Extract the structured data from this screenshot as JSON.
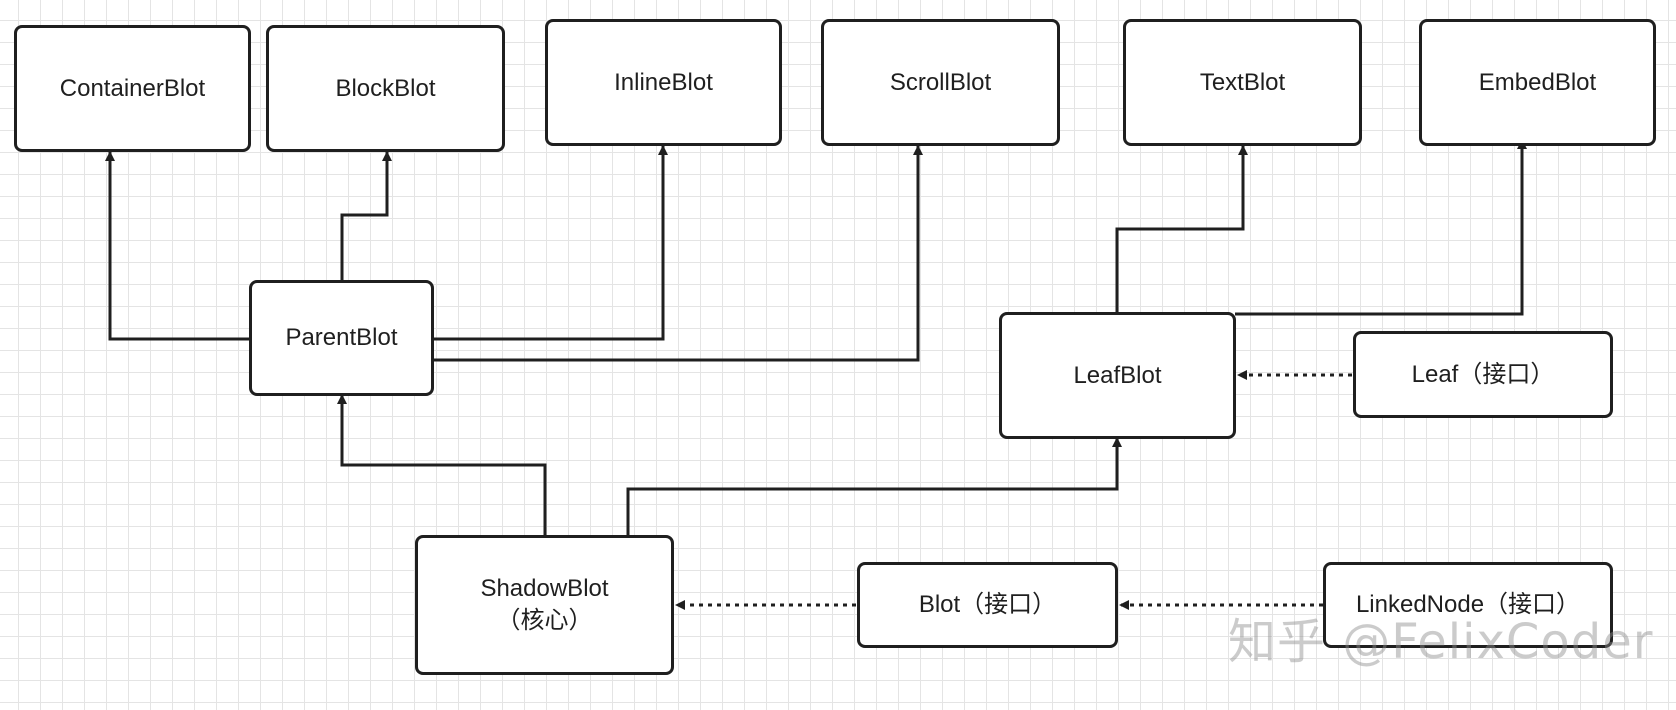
{
  "diagram": {
    "nodes": {
      "container_blot": "ContainerBlot",
      "block_blot": "BlockBlot",
      "inline_blot": "InlineBlot",
      "scroll_blot": "ScrollBlot",
      "text_blot": "TextBlot",
      "embed_blot": "EmbedBlot",
      "parent_blot": "ParentBlot",
      "leaf_blot": "LeafBlot",
      "leaf_interface": "Leaf（接口）",
      "shadow_blot_line1": "ShadowBlot",
      "shadow_blot_line2": "（核心）",
      "blot_interface": "Blot（接口）",
      "linked_node_interface": "LinkedNode（接口）"
    },
    "edges": [
      {
        "from": "ParentBlot",
        "to": "ContainerBlot",
        "style": "solid"
      },
      {
        "from": "ParentBlot",
        "to": "BlockBlot",
        "style": "solid"
      },
      {
        "from": "ParentBlot",
        "to": "InlineBlot",
        "style": "solid"
      },
      {
        "from": "ParentBlot",
        "to": "ScrollBlot",
        "style": "solid"
      },
      {
        "from": "LeafBlot",
        "to": "TextBlot",
        "style": "solid"
      },
      {
        "from": "LeafBlot",
        "to": "EmbedBlot",
        "style": "solid"
      },
      {
        "from": "ShadowBlot",
        "to": "ParentBlot",
        "style": "solid"
      },
      {
        "from": "ShadowBlot",
        "to": "LeafBlot",
        "style": "solid"
      },
      {
        "from": "Leaf",
        "to": "LeafBlot",
        "style": "dotted"
      },
      {
        "from": "Blot",
        "to": "ShadowBlot",
        "style": "dotted"
      },
      {
        "from": "LinkedNode",
        "to": "Blot",
        "style": "dotted"
      }
    ],
    "colors": {
      "stroke": "#1f1f1f",
      "grid": "#e4e4e4",
      "background": "#ffffff"
    }
  },
  "watermark": "知乎 @FelixCoder"
}
